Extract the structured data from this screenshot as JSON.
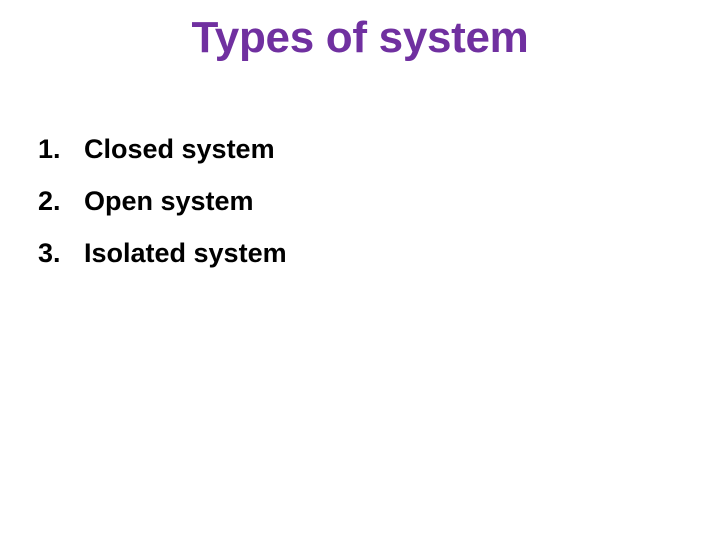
{
  "slide": {
    "background_color": "#FFFFFF",
    "title": {
      "text": "Types of system",
      "color": "#7030A0"
    },
    "body": {
      "text_color": "#000000",
      "items": [
        {
          "marker": "1.",
          "text": "Closed system"
        },
        {
          "marker": "2.",
          "text": "Open system"
        },
        {
          "marker": "3.",
          "text": "Isolated system"
        }
      ]
    }
  }
}
